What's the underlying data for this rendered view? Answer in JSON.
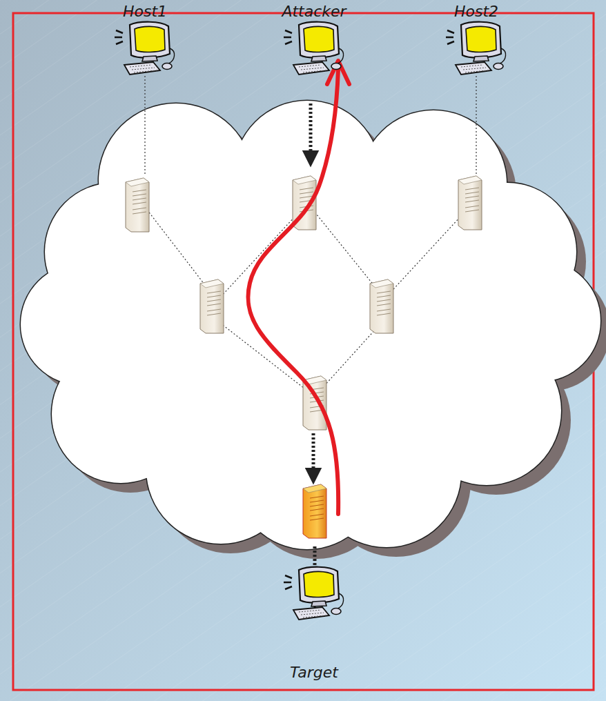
{
  "diagram": {
    "nodes": [
      {
        "text": [
          "Host1"
        ]
      },
      {
        "text": [
          "Attacker"
        ]
      },
      {
        "text": [
          "Host2"
        ]
      },
      {
        "text": [
          "Target"
        ]
      }
    ]
  }
}
